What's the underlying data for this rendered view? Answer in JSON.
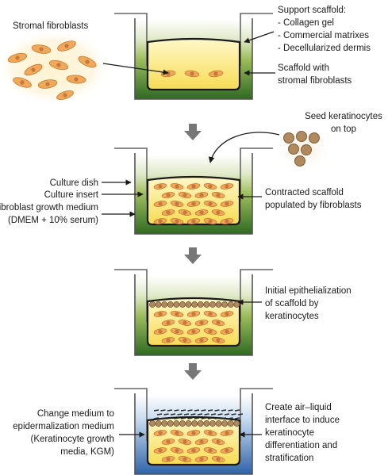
{
  "labels": {
    "stromal_fibroblasts": "Stromal fibroblasts",
    "support_scaffold_title": "Support scaffold:",
    "support_scaffold_items": [
      "- Collagen gel",
      "- Commercial matrixes",
      "- Decellularized dermis"
    ],
    "scaffold_with_fibroblasts": [
      "Scaffold with",
      "stromal fibroblasts"
    ],
    "seed_keratinocytes": [
      "Seed keratinocytes",
      "on top"
    ],
    "culture_dish": "Culture dish",
    "culture_insert": "Culture insert",
    "fibroblast_medium": [
      "Fibroblast growth medium",
      "(DMEM + 10% serum)"
    ],
    "contracted_scaffold": [
      "Contracted scaffold",
      "populated by fibroblasts"
    ],
    "initial_epithelialization": [
      "Initial epithelialization",
      "of scaffold by",
      "keratinocytes"
    ],
    "change_medium": [
      "Change medium to",
      "epidermalization medium",
      "(Keratinocyte growth",
      "media, KGM)"
    ],
    "air_liquid_interface": [
      "Create air–liquid",
      "interface to induce",
      "keratinocyte",
      "differentiation and",
      "stratification"
    ]
  },
  "colors": {
    "green_medium": "#3f7a2a",
    "blue_medium": "#3f72b0",
    "scaffold_yellow": "#fbe57a",
    "cell_orange": "#f0a85a",
    "keratinocyte_brown": "#b08a5e",
    "arrow_gray": "#777777"
  }
}
